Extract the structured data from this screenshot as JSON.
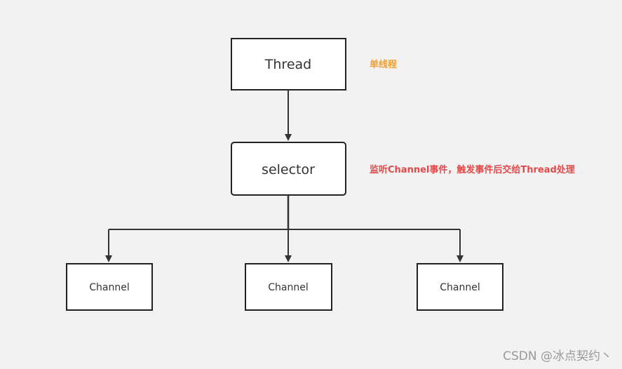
{
  "nodes": {
    "thread": "Thread",
    "selector": "selector",
    "channels": [
      "Channel",
      "Channel",
      "Channel"
    ]
  },
  "annotations": {
    "thread_note": "单线程",
    "selector_note": "监听Channel事件，触发事件后交给Thread处理"
  },
  "colors": {
    "thread_note": "#f0a030",
    "selector_note": "#e24a4a",
    "line": "#333333"
  },
  "watermark": "CSDN @冰点契约丶"
}
